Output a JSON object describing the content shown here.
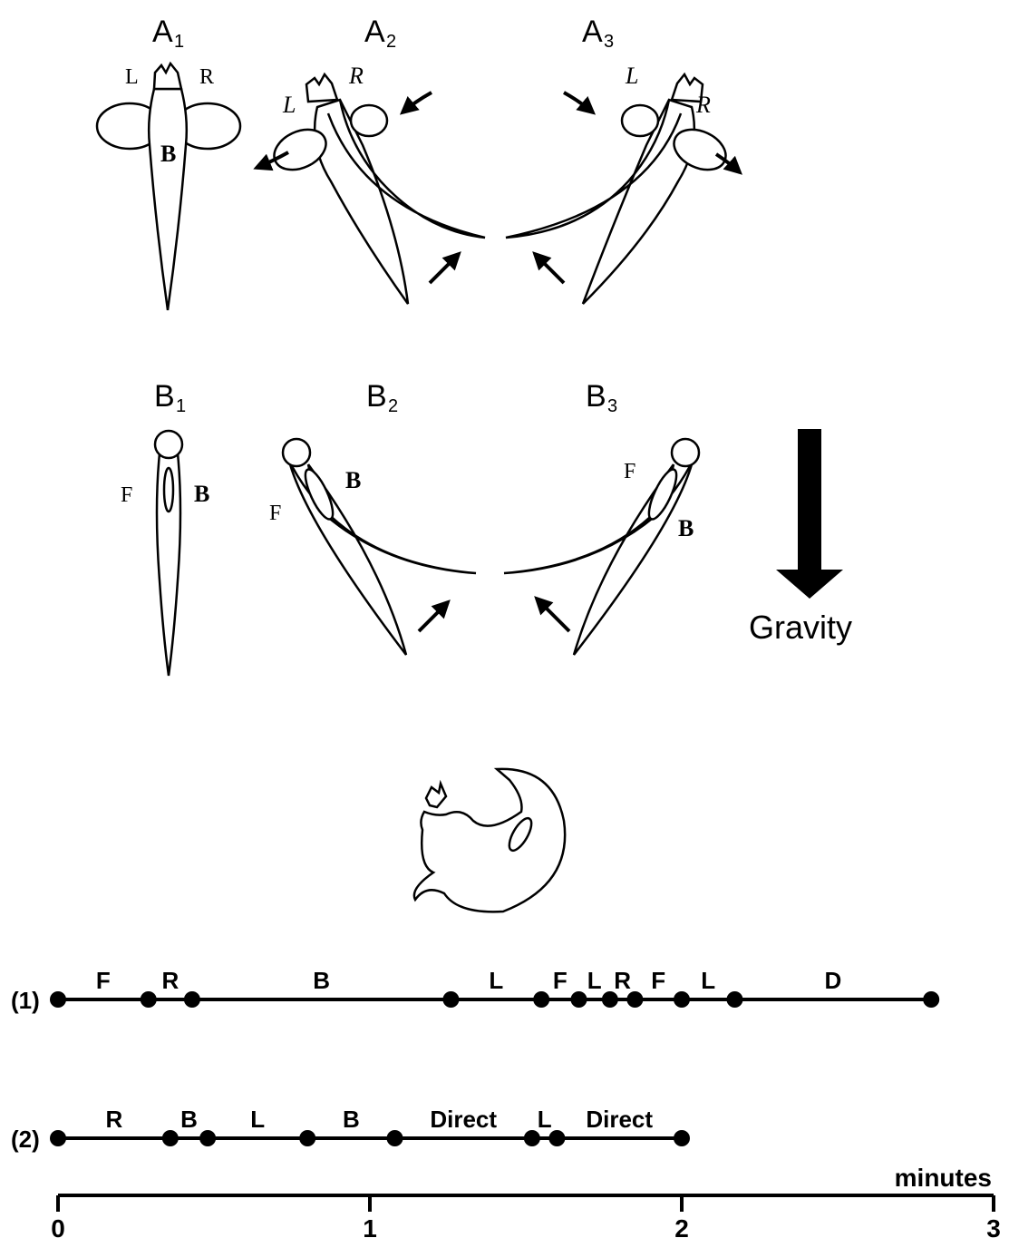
{
  "panels": {
    "a1": {
      "letter": "A",
      "sub": "1",
      "left": "L",
      "right": "R",
      "body": "B"
    },
    "a2": {
      "letter": "A",
      "sub": "2",
      "left": "L",
      "right": "R"
    },
    "a3": {
      "letter": "A",
      "sub": "3",
      "left": "L",
      "right": "R"
    },
    "b1": {
      "letter": "B",
      "sub": "1",
      "front": "F",
      "back": "B"
    },
    "b2": {
      "letter": "B",
      "sub": "2",
      "front": "F",
      "back": "B"
    },
    "b3": {
      "letter": "B",
      "sub": "3",
      "front": "F",
      "back": "B"
    }
  },
  "gravity": {
    "label": "Gravity",
    "direction": "down"
  },
  "timeline": {
    "axis": {
      "unit": "minutes",
      "min": 0,
      "max": 3,
      "ticks": [
        "0",
        "1",
        "2",
        "3"
      ]
    },
    "rows": [
      {
        "label": "(1)",
        "points": [
          0,
          0.29,
          0.43,
          1.26,
          1.55,
          1.67,
          1.77,
          1.85,
          2.0,
          2.17,
          2.8
        ],
        "segments": [
          "F",
          "R",
          "B",
          "L",
          "F",
          "L",
          "R",
          "F",
          "L",
          "D"
        ]
      },
      {
        "label": "(2)",
        "points": [
          0,
          0.36,
          0.48,
          0.8,
          1.08,
          1.52,
          1.6,
          2.0
        ],
        "segments": [
          "R",
          "B",
          "L",
          "B",
          "Direct",
          "L",
          "Direct"
        ]
      }
    ]
  }
}
